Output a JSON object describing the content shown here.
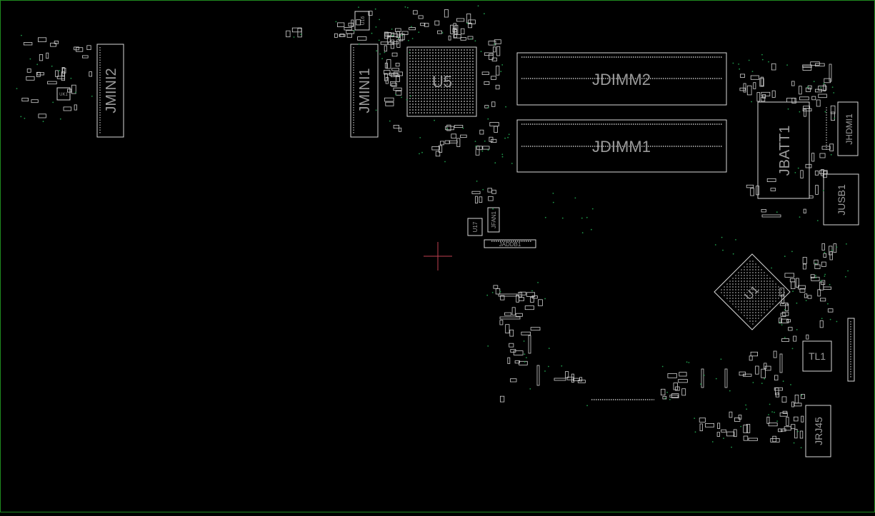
{
  "viewer": {
    "background_color": "#000000",
    "outline_color": "#d8d8d8",
    "label_color": "#9a9a9a",
    "frame_color": "#1f8a1f",
    "via_color": "#1f9a4a",
    "cursor_color": "#c04050",
    "cursor_icon": "crosshair-icon"
  },
  "components": {
    "jmini2": "JMINI2",
    "jmini1": "JMINI1",
    "u5": "U5",
    "jdimm2": "JDIMM2",
    "jdimm1": "JDIMM1",
    "jbatt1": "JBATT1",
    "jhdmi1": "JHDMI1",
    "jusb1": "JUSB1",
    "u17": "U17",
    "jfan1": "JFAN1",
    "jaddb1": "JADDB1",
    "u1": "U1",
    "tl1": "TL1",
    "jrj45": "JRJ45",
    "u16": "U16",
    "uk1": "UK1"
  }
}
